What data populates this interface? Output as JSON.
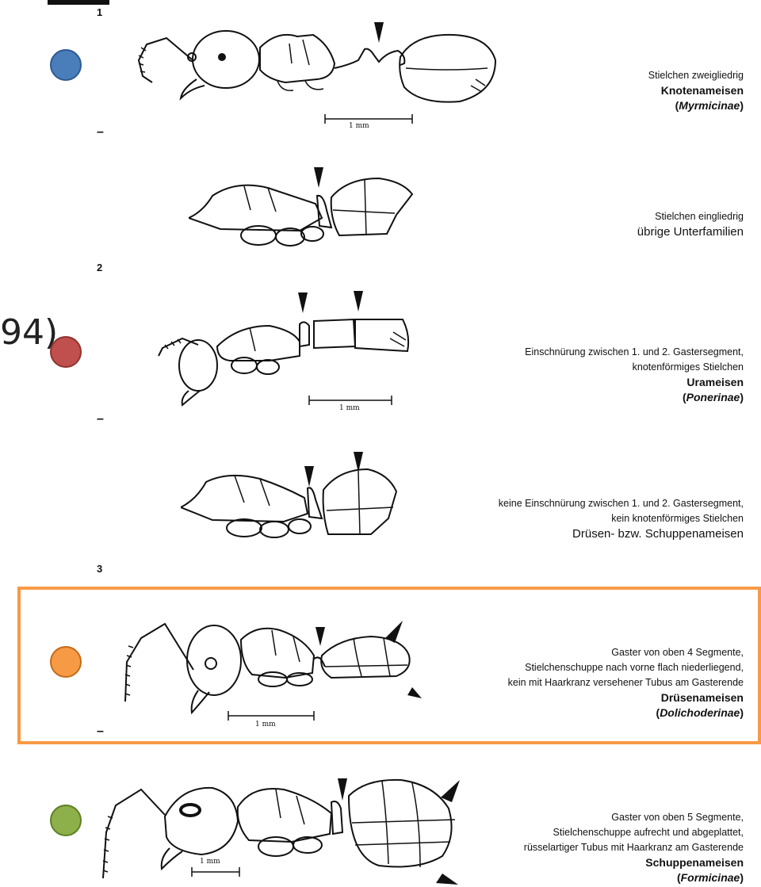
{
  "fragments": {
    "top_left": "",
    "mid_left": "94)"
  },
  "step_numbers": [
    "1",
    "2",
    "3"
  ],
  "dash_marks": [
    "–",
    "–",
    "–",
    "–"
  ],
  "markers": [
    {
      "id": "myrmicinae",
      "color": "#4a7ebb",
      "border": "#2d5a8f"
    },
    {
      "id": "ponerinae",
      "color": "#c0504d",
      "border": "#8f3230"
    },
    {
      "id": "dolichoderinae",
      "color": "#f79a45",
      "border": "#c46a1a"
    },
    {
      "id": "formicinae",
      "color": "#8db04a",
      "border": "#5e7f26"
    }
  ],
  "highlight_color": "#f79a45",
  "descriptions": {
    "myrmicinae": {
      "line1": "Stielchen zweigliedrig",
      "common": "Knotenameisen",
      "paren_open": "(",
      "scientific": "Myrmicinae",
      "paren_close": ")"
    },
    "others": {
      "line1": "Stielchen eingliedrig",
      "line2": "übrige Unterfamilien"
    },
    "ponerinae": {
      "line1": "Einschnürung zwischen 1. und 2. Gastersegment,",
      "line2": "knotenförmiges Stielchen",
      "common": "Urameisen",
      "paren_open": "(",
      "scientific": "Ponerinae",
      "paren_close": ")"
    },
    "druesen_schuppen": {
      "line1": "keine Einschnürung zwischen 1. und 2. Gastersegment,",
      "line2": "kein knotenförmiges Stielchen",
      "line3": "Drüsen- bzw. Schuppenameisen"
    },
    "dolichoderinae": {
      "line1": "Gaster von oben 4 Segmente,",
      "line2": "Stielchenschuppe nach vorne flach niederliegend,",
      "line3": "kein mit Haarkranz versehener Tubus am Gasterende",
      "common": "Drüsenameisen",
      "paren_open": "(",
      "scientific": "Dolichoderinae",
      "paren_close": ")"
    },
    "formicinae": {
      "line1": "Gaster von oben 5 Segmente,",
      "line2": "Stielchenschuppe aufrecht und abgeplattet,",
      "line3": "rüsselartiger Tubus mit Haarkranz am Gasterende",
      "common": "Schuppenameisen",
      "paren_open": "(",
      "scientific": "Formicinae",
      "paren_close": ")"
    }
  },
  "scale_bars": [
    "1 mm",
    "1 mm",
    "1 mm",
    "1 mm"
  ]
}
